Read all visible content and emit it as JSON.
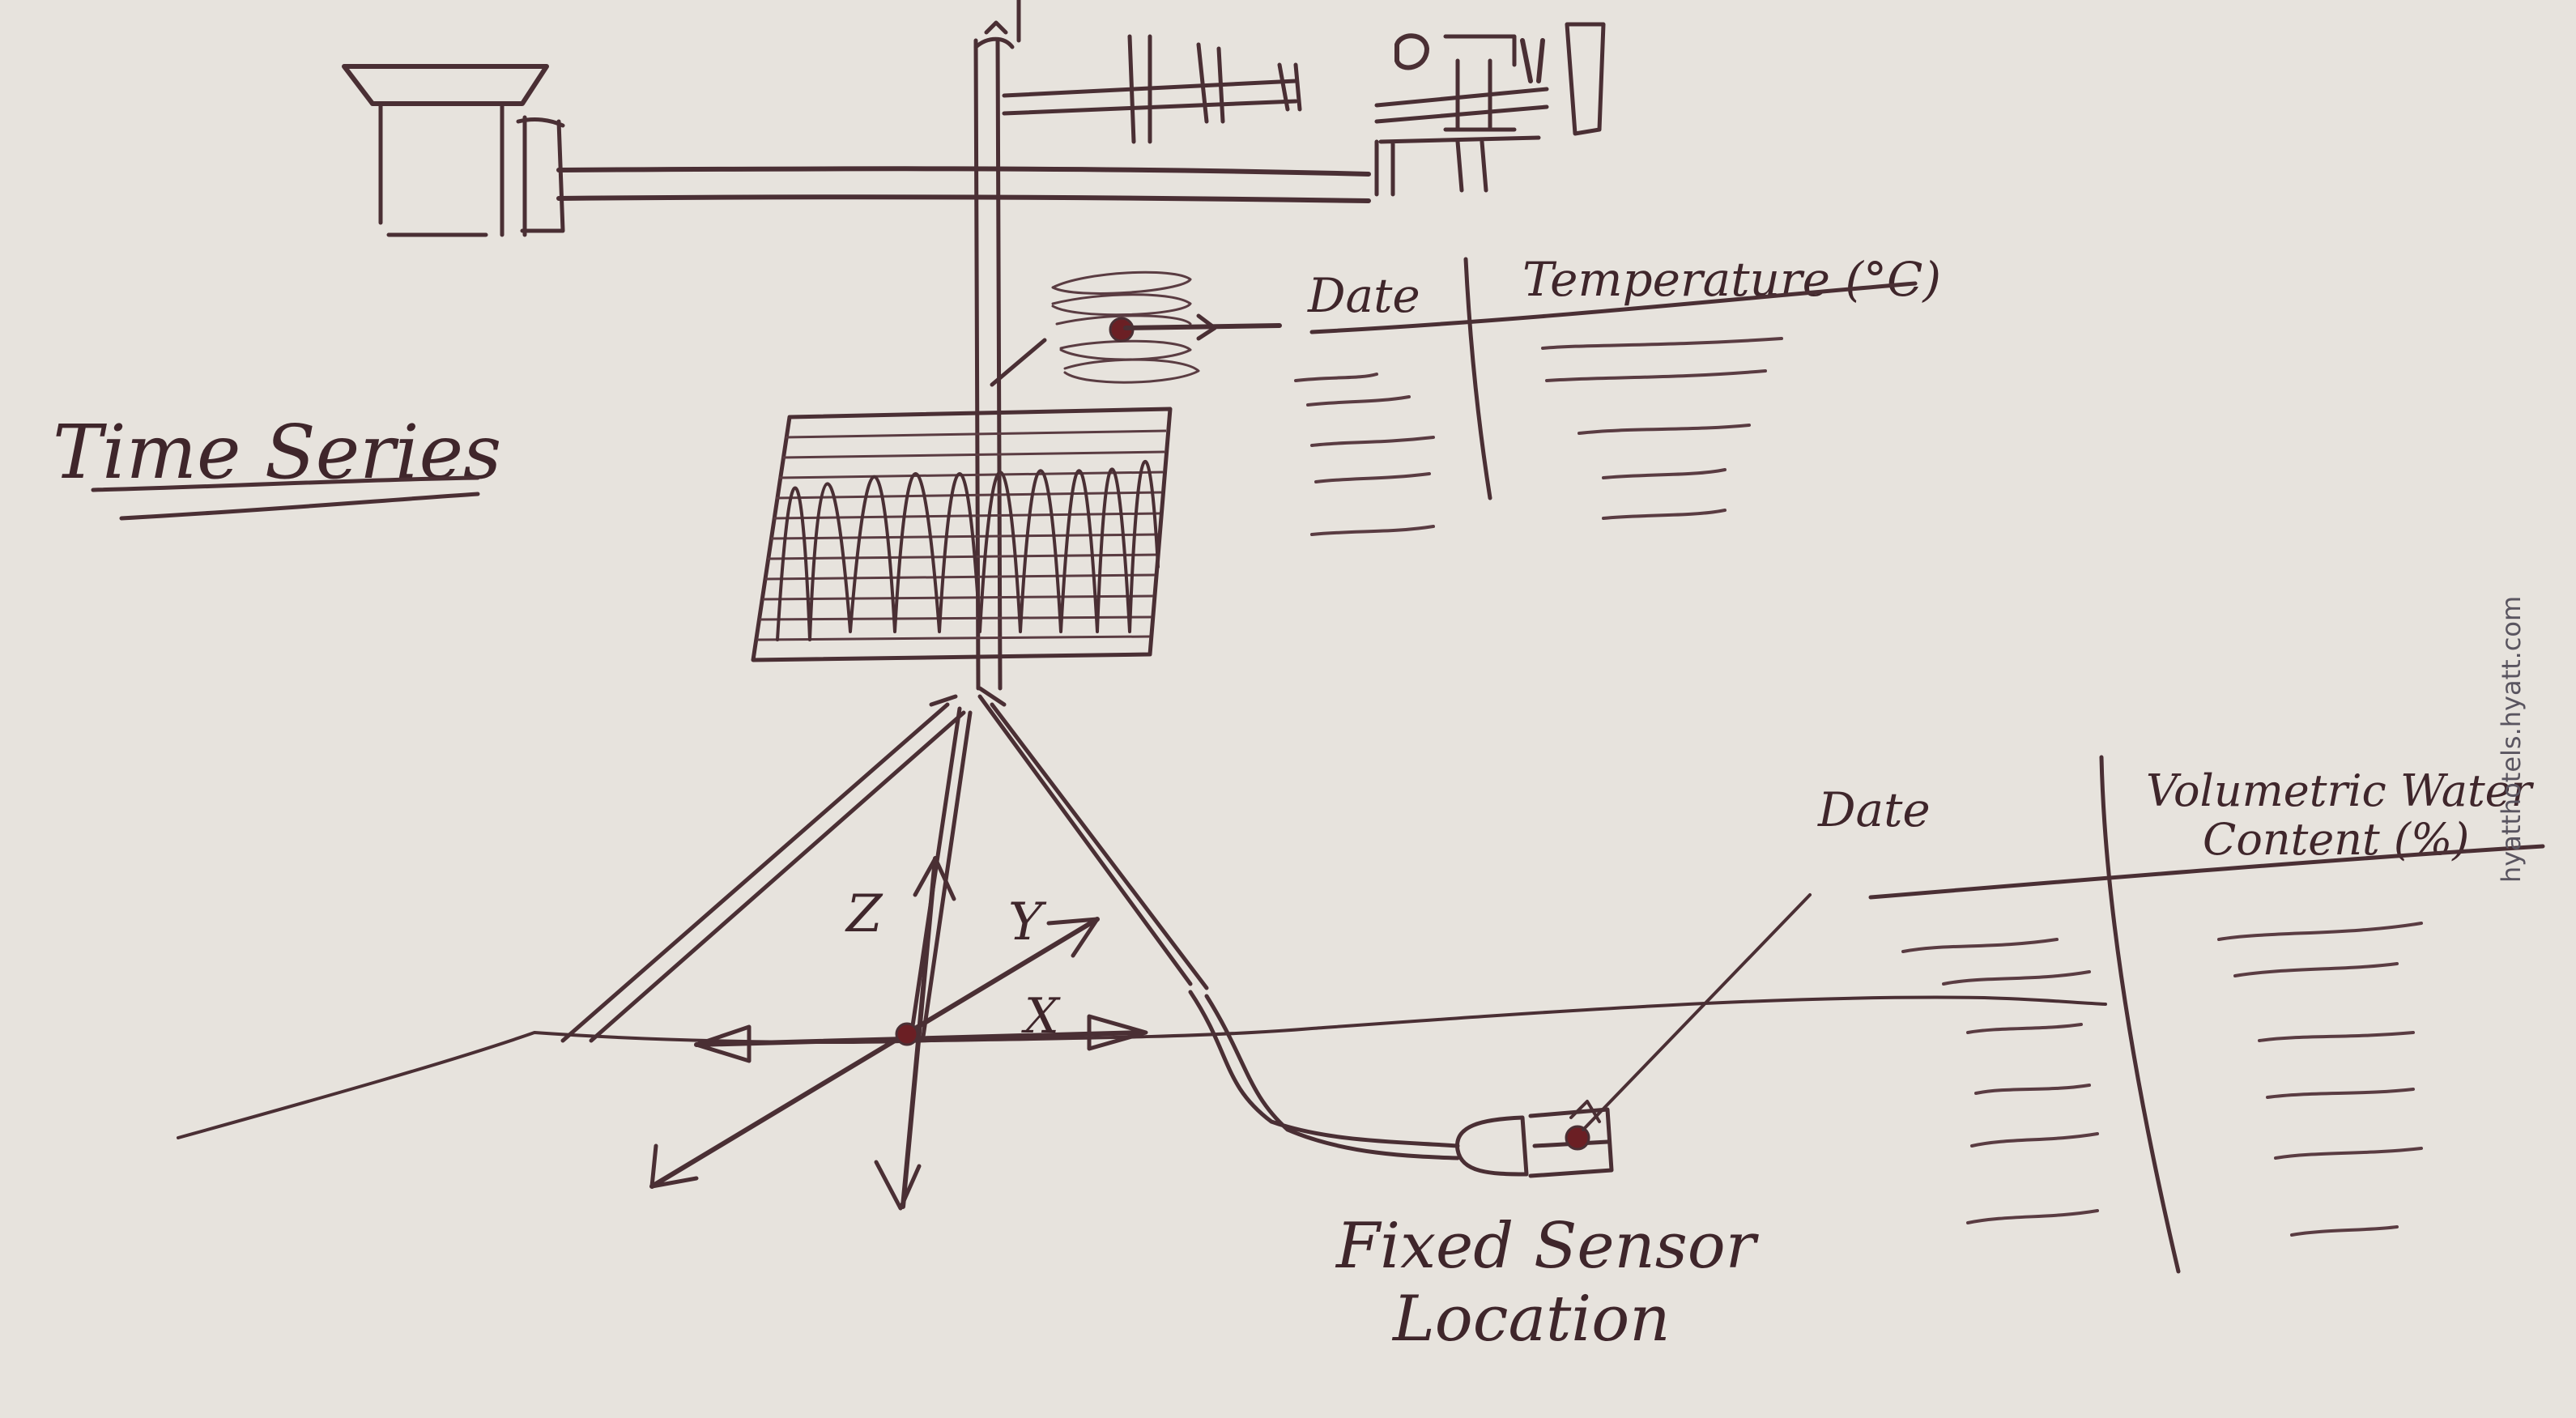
{
  "labels": {
    "title": "Time Series",
    "temp_table_col1": "Date",
    "temp_table_col2": "Temperature (°C)",
    "soil_table_col1": "Date",
    "soil_table_col2_line1": "Volumetric Water",
    "soil_table_col2_line2": "Content (%)",
    "axis_x": "X",
    "axis_y": "Y",
    "axis_z": "Z",
    "sensor_line1": "Fixed Sensor",
    "sensor_line2": "Location"
  },
  "watermark": "hyatthotels.hyatt.com",
  "colors": {
    "paper": "#e7e3dd",
    "ink": "#4a2f34",
    "dot": "#6b1f24"
  }
}
